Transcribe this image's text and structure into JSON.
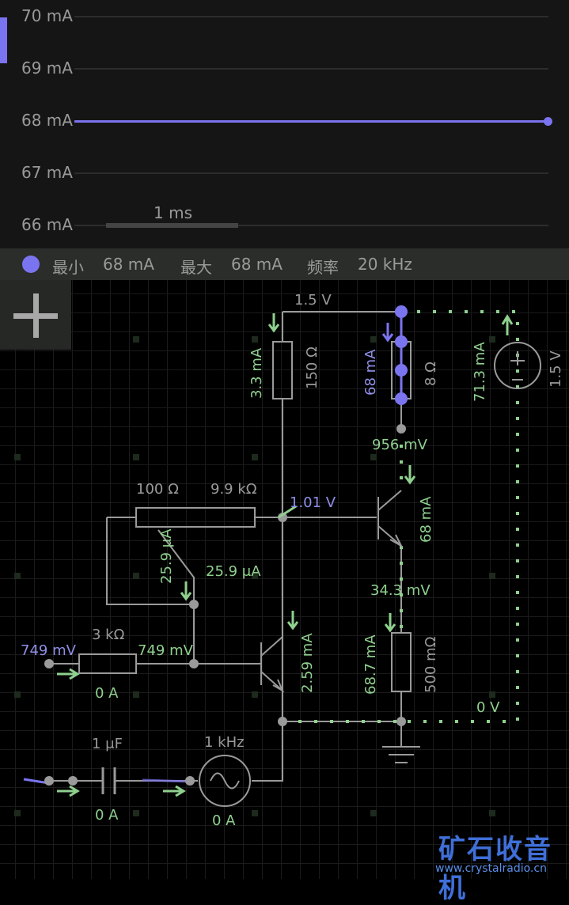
{
  "scope": {
    "y_labels": [
      "70 mA",
      "69 mA",
      "68 mA",
      "67 mA",
      "66 mA"
    ],
    "time_scale": "1 ms",
    "trace_color": "#7b74f0"
  },
  "info": {
    "min_label": "最小",
    "min_value": "68 mA",
    "max_label": "最大",
    "max_value": "68 mA",
    "freq_label": "频率",
    "freq_value": "20 kHz"
  },
  "circuit": {
    "supply_top": "1.5 V",
    "r150_current": "3.3 mA",
    "r150_value": "150 Ω",
    "speaker_current": "68 mA",
    "speaker_value": "8 Ω",
    "battery_current": "71.3 mA",
    "battery_value": "1.5 V",
    "q1_collector_v": "956 mV",
    "q1_current": "68 mA",
    "base_node_v": "1.01 V",
    "pot_left": "100 Ω",
    "pot_right": "9.9 kΩ",
    "pot_wiper_current_a": "25.9 μA",
    "pot_wiper_current_b": "25.9 μA",
    "r3k_value": "3 kΩ",
    "r3k_left_v": "749 mV",
    "r3k_right_v": "749 mV",
    "r3k_current": "0 A",
    "q2_current": "2.59 mA",
    "emitter_v": "34.3 mV",
    "r500_current": "68.7 mA",
    "r500_value": "500 mΩ",
    "ground_v": "0 V",
    "cap_value": "1 μF",
    "cap_current": "0 A",
    "ac_freq": "1 kHz",
    "ac_current": "0 A"
  },
  "watermark": {
    "title": "矿石收音机",
    "url": "www.crystalradio.cn"
  }
}
